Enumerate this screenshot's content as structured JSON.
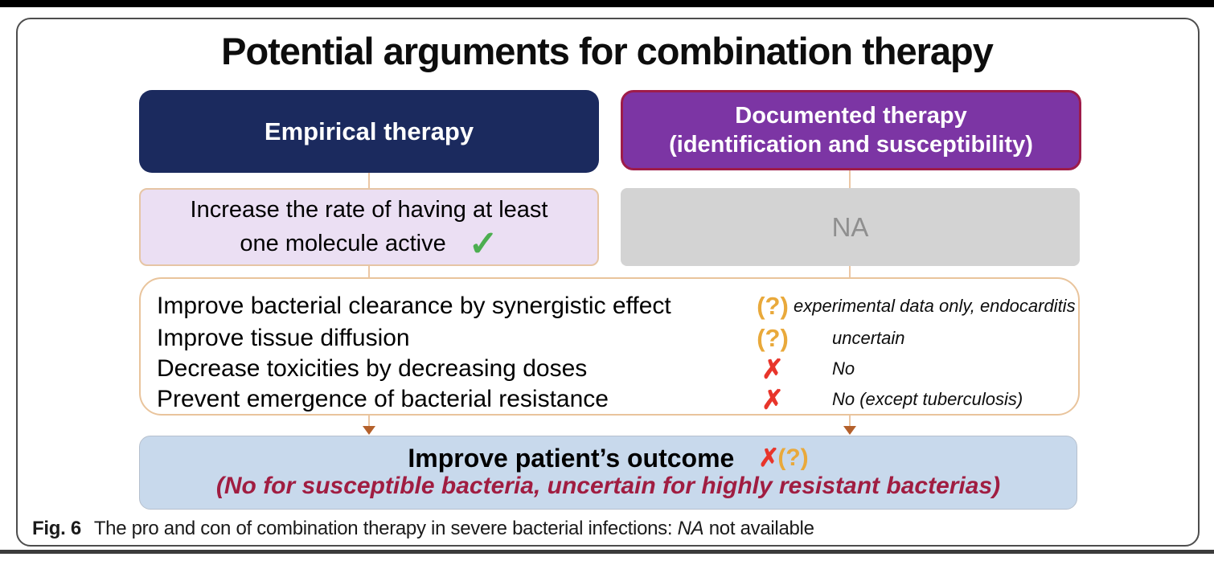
{
  "figure": {
    "title": "Potential arguments for combination therapy",
    "caption": {
      "label": "Fig. 6",
      "text_before": "The pro and con of combination therapy in severe bacterial infections:",
      "italic_term": "NA",
      "text_after": "not available"
    }
  },
  "columns": {
    "left_header": "Empirical therapy",
    "right_header_line1": "Documented therapy",
    "right_header_line2": "(identification and susceptibility)"
  },
  "left_box": {
    "line1": "Increase the rate of having at least",
    "line2": "one molecule active",
    "check_icon": "✓"
  },
  "right_box": {
    "value": "NA"
  },
  "arguments": {
    "rows": [
      {
        "label": "Improve bacterial clearance by synergistic effect",
        "symbol": "(?)",
        "note": "experimental data only, endocarditis"
      },
      {
        "label": "Improve tissue diffusion",
        "symbol": "(?)",
        "note": "uncertain"
      },
      {
        "label": "Decrease toxicities by decreasing doses",
        "symbol": "✗",
        "note": "No"
      },
      {
        "label": "Prevent emergence of bacterial resistance",
        "symbol": "✗",
        "note": "No (except tuberculosis)"
      }
    ]
  },
  "outcome": {
    "title": "Improve patient’s outcome",
    "cross": "✗",
    "question": "(?)",
    "subtitle": "(No for susceptible bacteria, uncertain for highly resistant bacterias)"
  },
  "colors": {
    "navy": "#1b2a5e",
    "purple": "#7c35a4",
    "purple_border": "#9e1c4a",
    "lavender": "#ebdff3",
    "lavender_border": "#e6c5a4",
    "gray_box": "#d3d3d3",
    "gray_text": "#8f8f8f",
    "middle_border": "#e9c49c",
    "blue": "#c8d9ec",
    "dark_red": "#a01d41",
    "amber": "#e9a93b",
    "red": "#e8352b",
    "green": "#4cae50",
    "connector": "#ecc7a4",
    "arrow": "#b4602b"
  }
}
